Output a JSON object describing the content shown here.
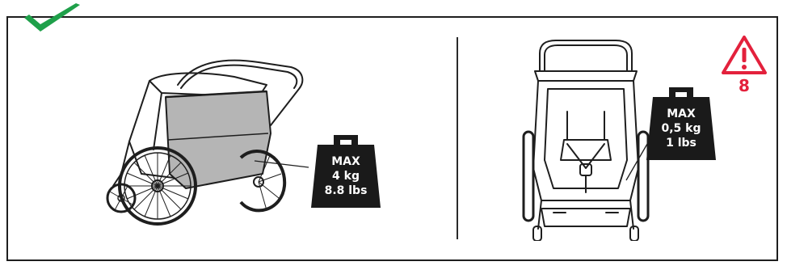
{
  "panel_left": {
    "weight_tag": {
      "line1": "MAX",
      "line2": "4 kg",
      "line3": "8.8 lbs"
    }
  },
  "panel_right": {
    "weight_tag": {
      "line1": "MAX",
      "line2": "0,5 kg",
      "line3": "1 lbs"
    }
  },
  "warning": {
    "number": "8"
  },
  "colors": {
    "check_green": "#1fa04a",
    "warning_red": "#e3213c",
    "weight_black": "#1a1a1a",
    "basket_gray": "#b5b5b5"
  },
  "icons": [
    "checkmark-icon",
    "weight-icon",
    "warning-triangle-icon"
  ]
}
